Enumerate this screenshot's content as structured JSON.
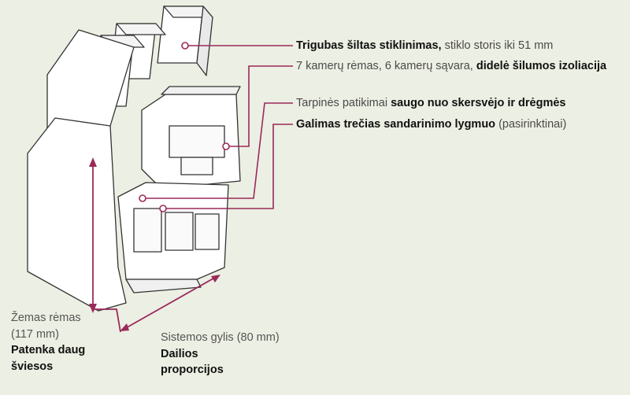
{
  "colors": {
    "background": "#ecefe3",
    "accent": "#9a2a5a",
    "profile_fill": "#ffffff",
    "profile_stroke": "#333333"
  },
  "callouts": [
    {
      "parts": [
        {
          "text": "Trigubas šiltas stiklinimas,",
          "bold": true
        },
        {
          "text": " stiklo storis iki 51 mm",
          "bold": false
        }
      ]
    },
    {
      "parts": [
        {
          "text": "7 kamerų rėmas, 6 kamerų sąvara, ",
          "bold": false
        },
        {
          "text": "didelė šilumos izoliacija",
          "bold": true
        }
      ]
    },
    {
      "parts": [
        {
          "text": "Tarpinės patikimai ",
          "bold": false
        },
        {
          "text": "saugo nuo skersvėjo ir drėgmės",
          "bold": true
        }
      ]
    },
    {
      "parts": [
        {
          "text": "Galimas trečias sandarinimo lygmuo",
          "bold": true
        },
        {
          "text": " (pasirinktinai)",
          "bold": false
        }
      ]
    }
  ],
  "frame_note": {
    "line1": "Žemas rėmas",
    "line2": "(117 mm)",
    "bold1": "Patenka daug",
    "bold2": "šviesos"
  },
  "depth_note": {
    "line1": "Sistemos gylis (80  mm)",
    "bold1": "Dailios",
    "bold2": "proporcijos"
  }
}
